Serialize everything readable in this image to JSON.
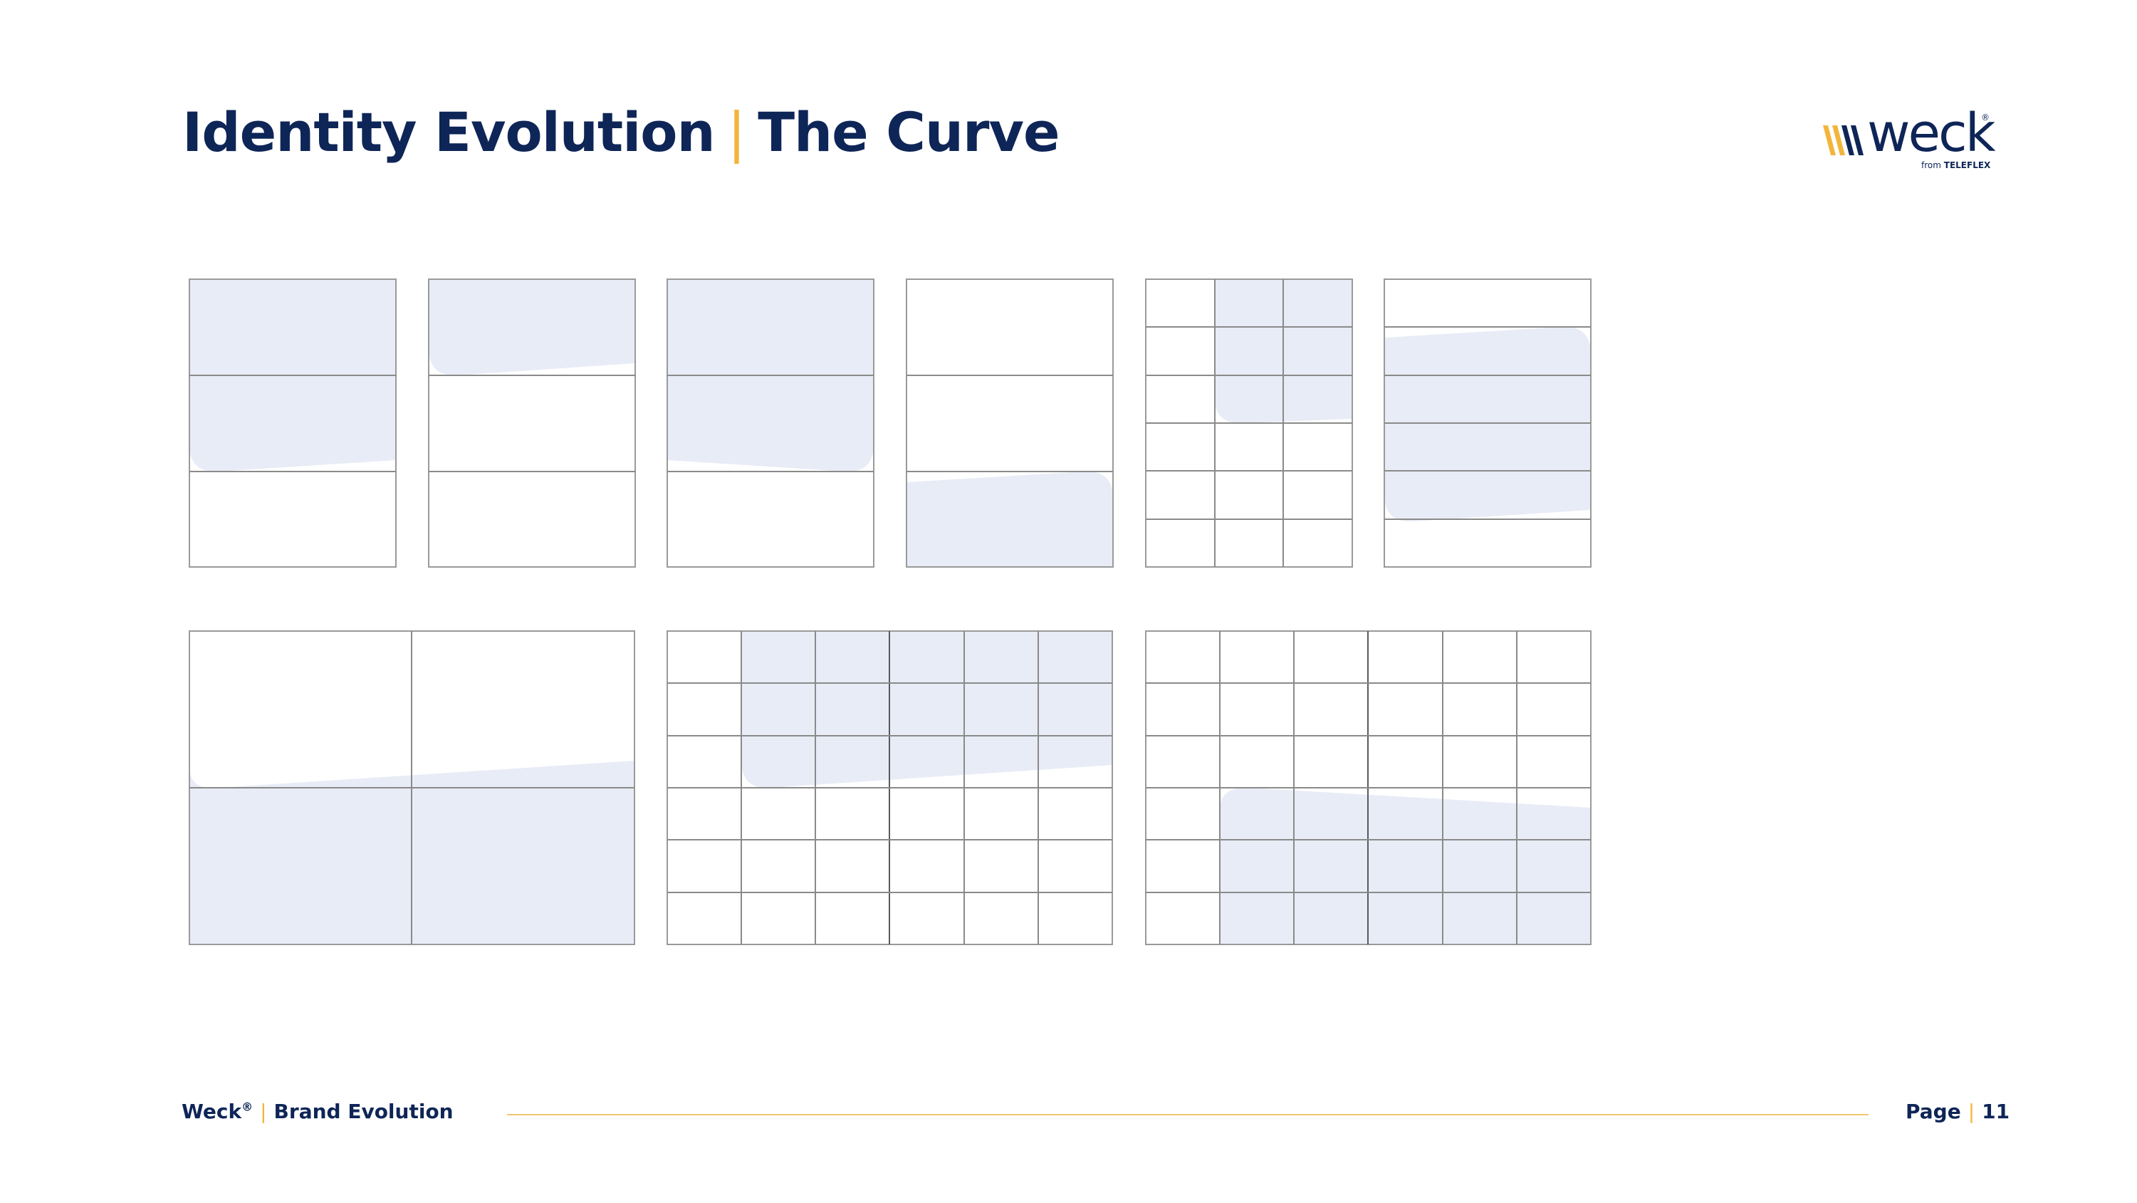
{
  "header": {
    "title_main": "Identity Evolution",
    "title_separator": "|",
    "title_sub": "The Curve"
  },
  "logo": {
    "wordmark": "weck",
    "registered": "®",
    "from_prefix": "from",
    "from_brand": "TELEFLEX",
    "stripe_colors": [
      "#f2b53c",
      "#f2b53c",
      "#0e2557",
      "#0e2557"
    ]
  },
  "colors": {
    "navy": "#0e2557",
    "accent": "#f2b53c",
    "shape_fill": "#e8ecf6",
    "grid_line": "#8a8a8a"
  },
  "footer": {
    "brand": "Weck",
    "brand_reg": "®",
    "separator": "|",
    "section": "Brand Evolution",
    "page_label": "Page",
    "page_number": "11"
  }
}
